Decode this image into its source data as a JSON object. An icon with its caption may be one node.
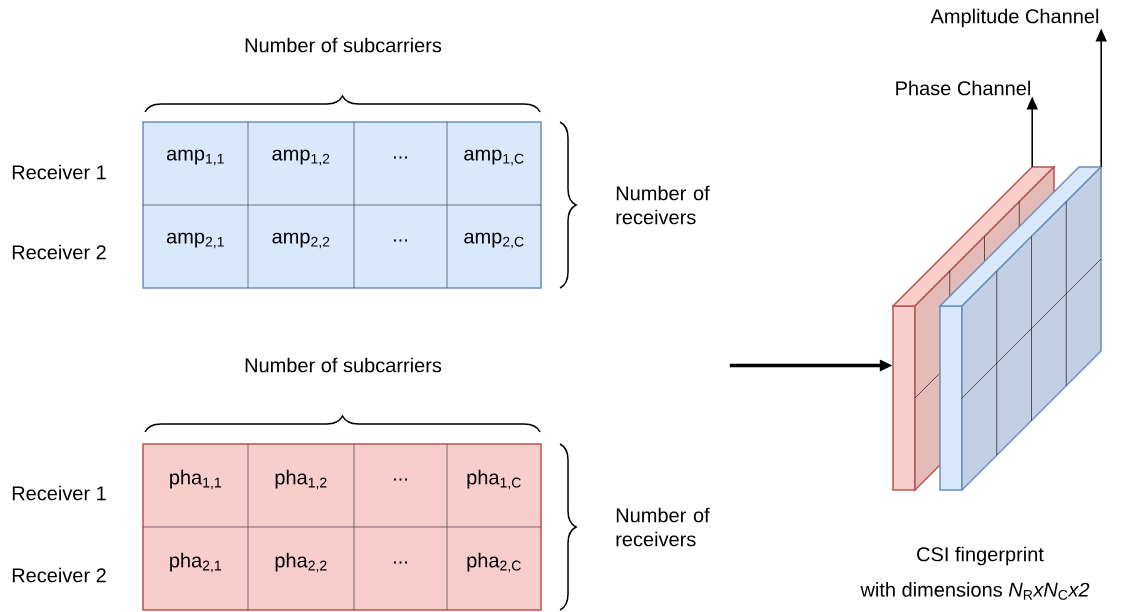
{
  "diagram": {
    "nodes": [
      {
        "text": [],
        "shape": "box"
      },
      {
        "text": [
          "amp$_{1,1}$"
        ],
        "in": 0
      },
      {
        "text": [
          "amp$_{1,2}$"
        ],
        "in": 0
      },
      {
        "text": [
          "..."
        ],
        "in": 0
      },
      {
        "text": [
          "amp$_{1,C}$"
        ],
        "in": 0
      },
      {
        "text": [
          "amp$_{2,1}$"
        ],
        "in": 0
      },
      {
        "text": [
          "amp$_{2,2}$"
        ],
        "in": 0
      },
      {
        "text": [
          "..."
        ],
        "in": 0
      },
      {
        "text": [
          "amp$_{2,C}$"
        ],
        "in": 0
      },
      {
        "text": [],
        "shape": "box"
      },
      {
        "text": [
          "pha$_{1,1}$"
        ],
        "in": 9
      },
      {
        "text": [
          "pha$_{1,2}$"
        ],
        "in": 9
      },
      {
        "text": [
          "..."
        ],
        "in": 9
      },
      {
        "text": [
          "pha$_{1,C}$"
        ],
        "in": 9
      },
      {
        "text": [
          "pha$_{2,1}$"
        ],
        "in": 9
      },
      {
        "text": [
          "pha$_{2,2}$"
        ],
        "in": 9
      },
      {
        "text": [
          "..."
        ],
        "in": 9
      },
      {
        "text": [
          "pha$_{2,C}$"
        ],
        "in": 9
      },
      {
        "text": [],
        "shape": "box"
      },
      {
        "text": [],
        "shape": "box"
      },
      {
        "text": [
          "Phase Channel"
        ]
      },
      {
        "text": [
          "Amplitude Channel"
        ]
      }
    ],
    "edges": [
      {
        "from": 18,
        "to": 20,
        "arrow": "to"
      },
      {
        "from": 19,
        "to": 21,
        "arrow": "to"
      },
      {
        "from": null,
        "to": 18,
        "arrow": "to",
        "style": "thick"
      }
    ],
    "labels": [
      "Number of subcarriers",
      "Receiver 1",
      "Receiver 2",
      "Number of receivers",
      "Number of subcarriers",
      "Receiver 1",
      "Receiver 2",
      "Number of receivers",
      "CSI fingerprint",
      "with dimensions *N*$_{R}$*xN*$_{C}$*x2*"
    ]
  }
}
